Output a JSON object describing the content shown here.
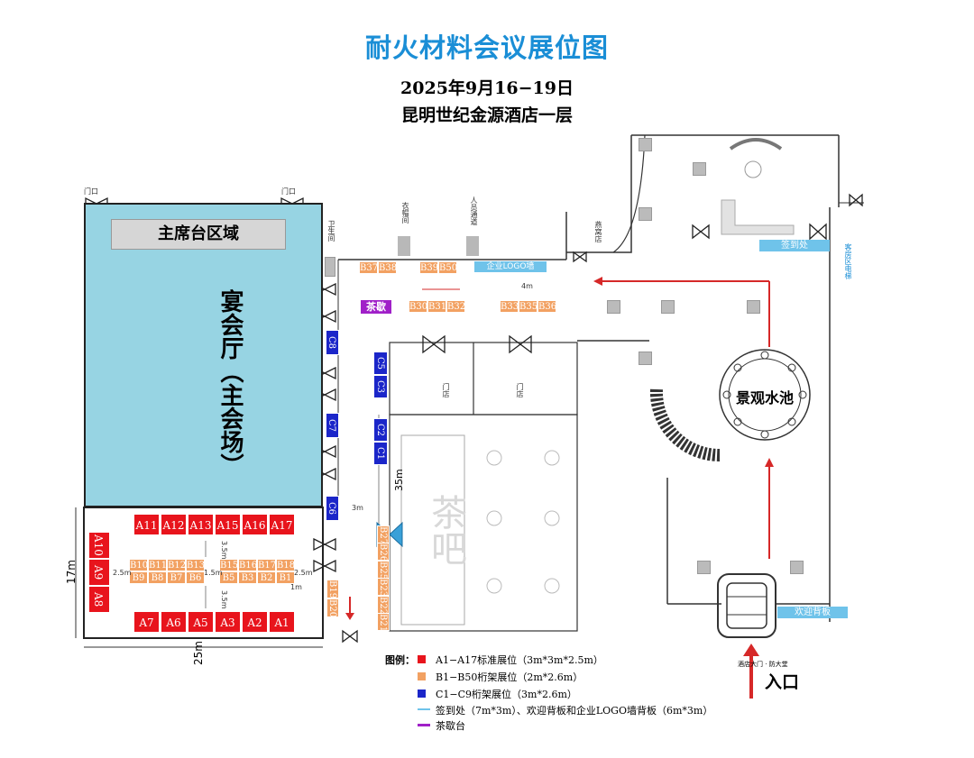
{
  "header": {
    "title": "耐火材料会议展位图",
    "date": "2025年9月16−19日",
    "venue": "昆明世纪金源酒店一层"
  },
  "hall": {
    "dais": "主席台区域",
    "name": "宴会厅（主会场）"
  },
  "rooms": {
    "restroom": "卫生间",
    "cloakroom": "衣帽间",
    "staff_passage": "人员通道",
    "bird_nest_shop": "燕窝店",
    "shop": "门店",
    "tea_bar": "茶吧",
    "tea_break": "茶歇",
    "pool": "景观水池",
    "elevator": "客房区电梯"
  },
  "signs": {
    "checkin": "签到处",
    "logo_wall": "企业LOGO墙",
    "welcome": "欢迎背板",
    "entrance": "入口",
    "hotel_gate": "酒店大门 · 防大堂",
    "door": "门口"
  },
  "dims": {
    "width": "25m",
    "depth": "17m",
    "aisle_a": "2.5m",
    "aisle_b": "1.5m",
    "aisle_c": "3.5m",
    "aisle_d": "1m",
    "corridor": "35m",
    "corridor_w": "3m",
    "b_aisle": "4m"
  },
  "booths": {
    "a_top": [
      "A11",
      "A12",
      "A13",
      "A15",
      "A16",
      "A17"
    ],
    "a_bottom": [
      "A7",
      "A6",
      "A5",
      "A3",
      "A2",
      "A1"
    ],
    "a_left": [
      "A10",
      "A9",
      "A8"
    ],
    "b_island_top": [
      "B10",
      "B11",
      "B12",
      "B13",
      "B15",
      "B16",
      "B17",
      "B18"
    ],
    "b_island_bottom": [
      "B9",
      "B8",
      "B7",
      "B6",
      "B5",
      "B3",
      "B2",
      "B1"
    ],
    "b_top": [
      "B37",
      "B38",
      "B39",
      "B50"
    ],
    "b_mid": [
      "B30",
      "B31",
      "B32",
      "B33",
      "B35",
      "B36"
    ],
    "b_left": [
      "B19",
      "B20"
    ],
    "b_corridor": [
      "B21",
      "B22",
      "B23",
      "B25",
      "B26",
      "B27"
    ],
    "c_right": [
      "C5",
      "C3",
      "C2",
      "C1"
    ],
    "c_left": [
      "C8",
      "C7",
      "C6"
    ]
  },
  "legend": {
    "prefix": "图例：",
    "items": [
      {
        "label": "A1−A17标准展位（3m*3m*2.5m）",
        "color": "#e8141c"
      },
      {
        "label": "B1−B50桁架展位（2m*2.6m）",
        "color": "#f2a162"
      },
      {
        "label": "C1−C9桁架展位（3m*2.6m）",
        "color": "#1b26c9"
      },
      {
        "label": "签到处（7m*3m）、欢迎背板和企业LOGO墙背板（6m*3m）",
        "color": "#6fc3ea"
      },
      {
        "label": "茶歇台",
        "color": "#a020c8"
      }
    ]
  }
}
